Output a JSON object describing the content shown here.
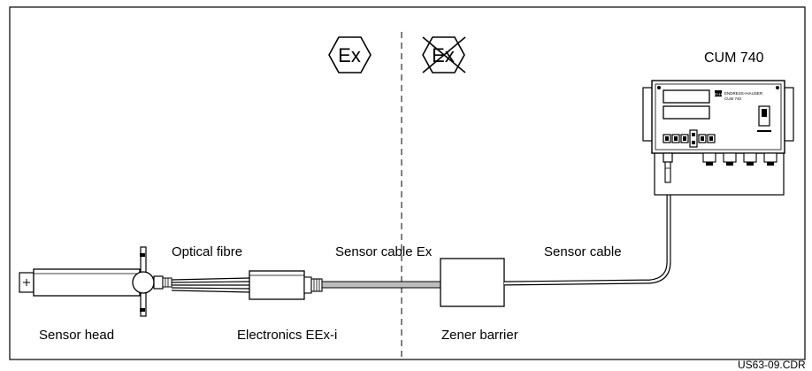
{
  "labels": {
    "device_title": "CUM 740",
    "optical_fibre": "Optical fibre",
    "sensor_cable_ex": "Sensor cable Ex",
    "sensor_cable": "Sensor cable",
    "sensor_head": "Sensor head",
    "electronics": "Electronics EEx-i",
    "zener_barrier": "Zener barrier",
    "drawing_ref": "US63-09.CDR"
  },
  "ex_symbols": {
    "hazardous": "Ex",
    "non_hazardous": "Ex"
  },
  "device": {
    "brand_mark": "E+H",
    "brand_name": "ENDRESS+HAUSER",
    "model": "CUM 740"
  }
}
